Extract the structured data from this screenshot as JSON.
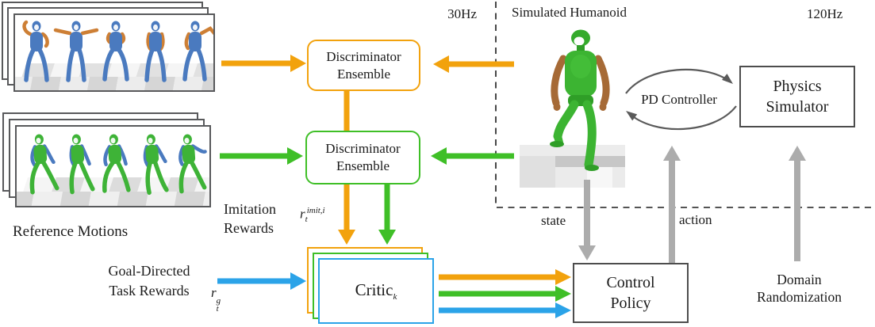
{
  "colors": {
    "orange": "#F2A20D",
    "green": "#3FBF27",
    "blue": "#2BA3E8",
    "grayArrow": "#ACACAC",
    "arcGray": "#5A5A5A"
  },
  "header": {
    "rate_left": "30Hz",
    "simulated_humanoid": "Simulated Humanoid",
    "rate_right": "120Hz"
  },
  "left": {
    "reference_motions": "Reference Motions"
  },
  "rewards": {
    "imitation_line1": "Imitation",
    "imitation_line2": "Rewards",
    "imitation_symbol": {
      "base": "r",
      "sub": "t",
      "sup": "imit,i"
    },
    "goal_line1": "Goal-Directed",
    "goal_line2": "Task Rewards",
    "goal_symbol": {
      "base": "r",
      "sub": "t",
      "sup": "g"
    }
  },
  "boxes": {
    "discriminator1": {
      "line1": "Discriminator",
      "line2": "Ensemble"
    },
    "discriminator2": {
      "line1": "Discriminator",
      "line2": "Ensemble"
    },
    "physics": {
      "line1": "Physics",
      "line2": "Simulator"
    },
    "policy": {
      "line1": "Control",
      "line2": "Policy"
    },
    "critic": {
      "base": "Critic",
      "sub": "k"
    },
    "pd_controller": "PD Controller"
  },
  "signals": {
    "state": "state",
    "action": "action",
    "domain_line1": "Domain",
    "domain_line2": "Randomization"
  }
}
